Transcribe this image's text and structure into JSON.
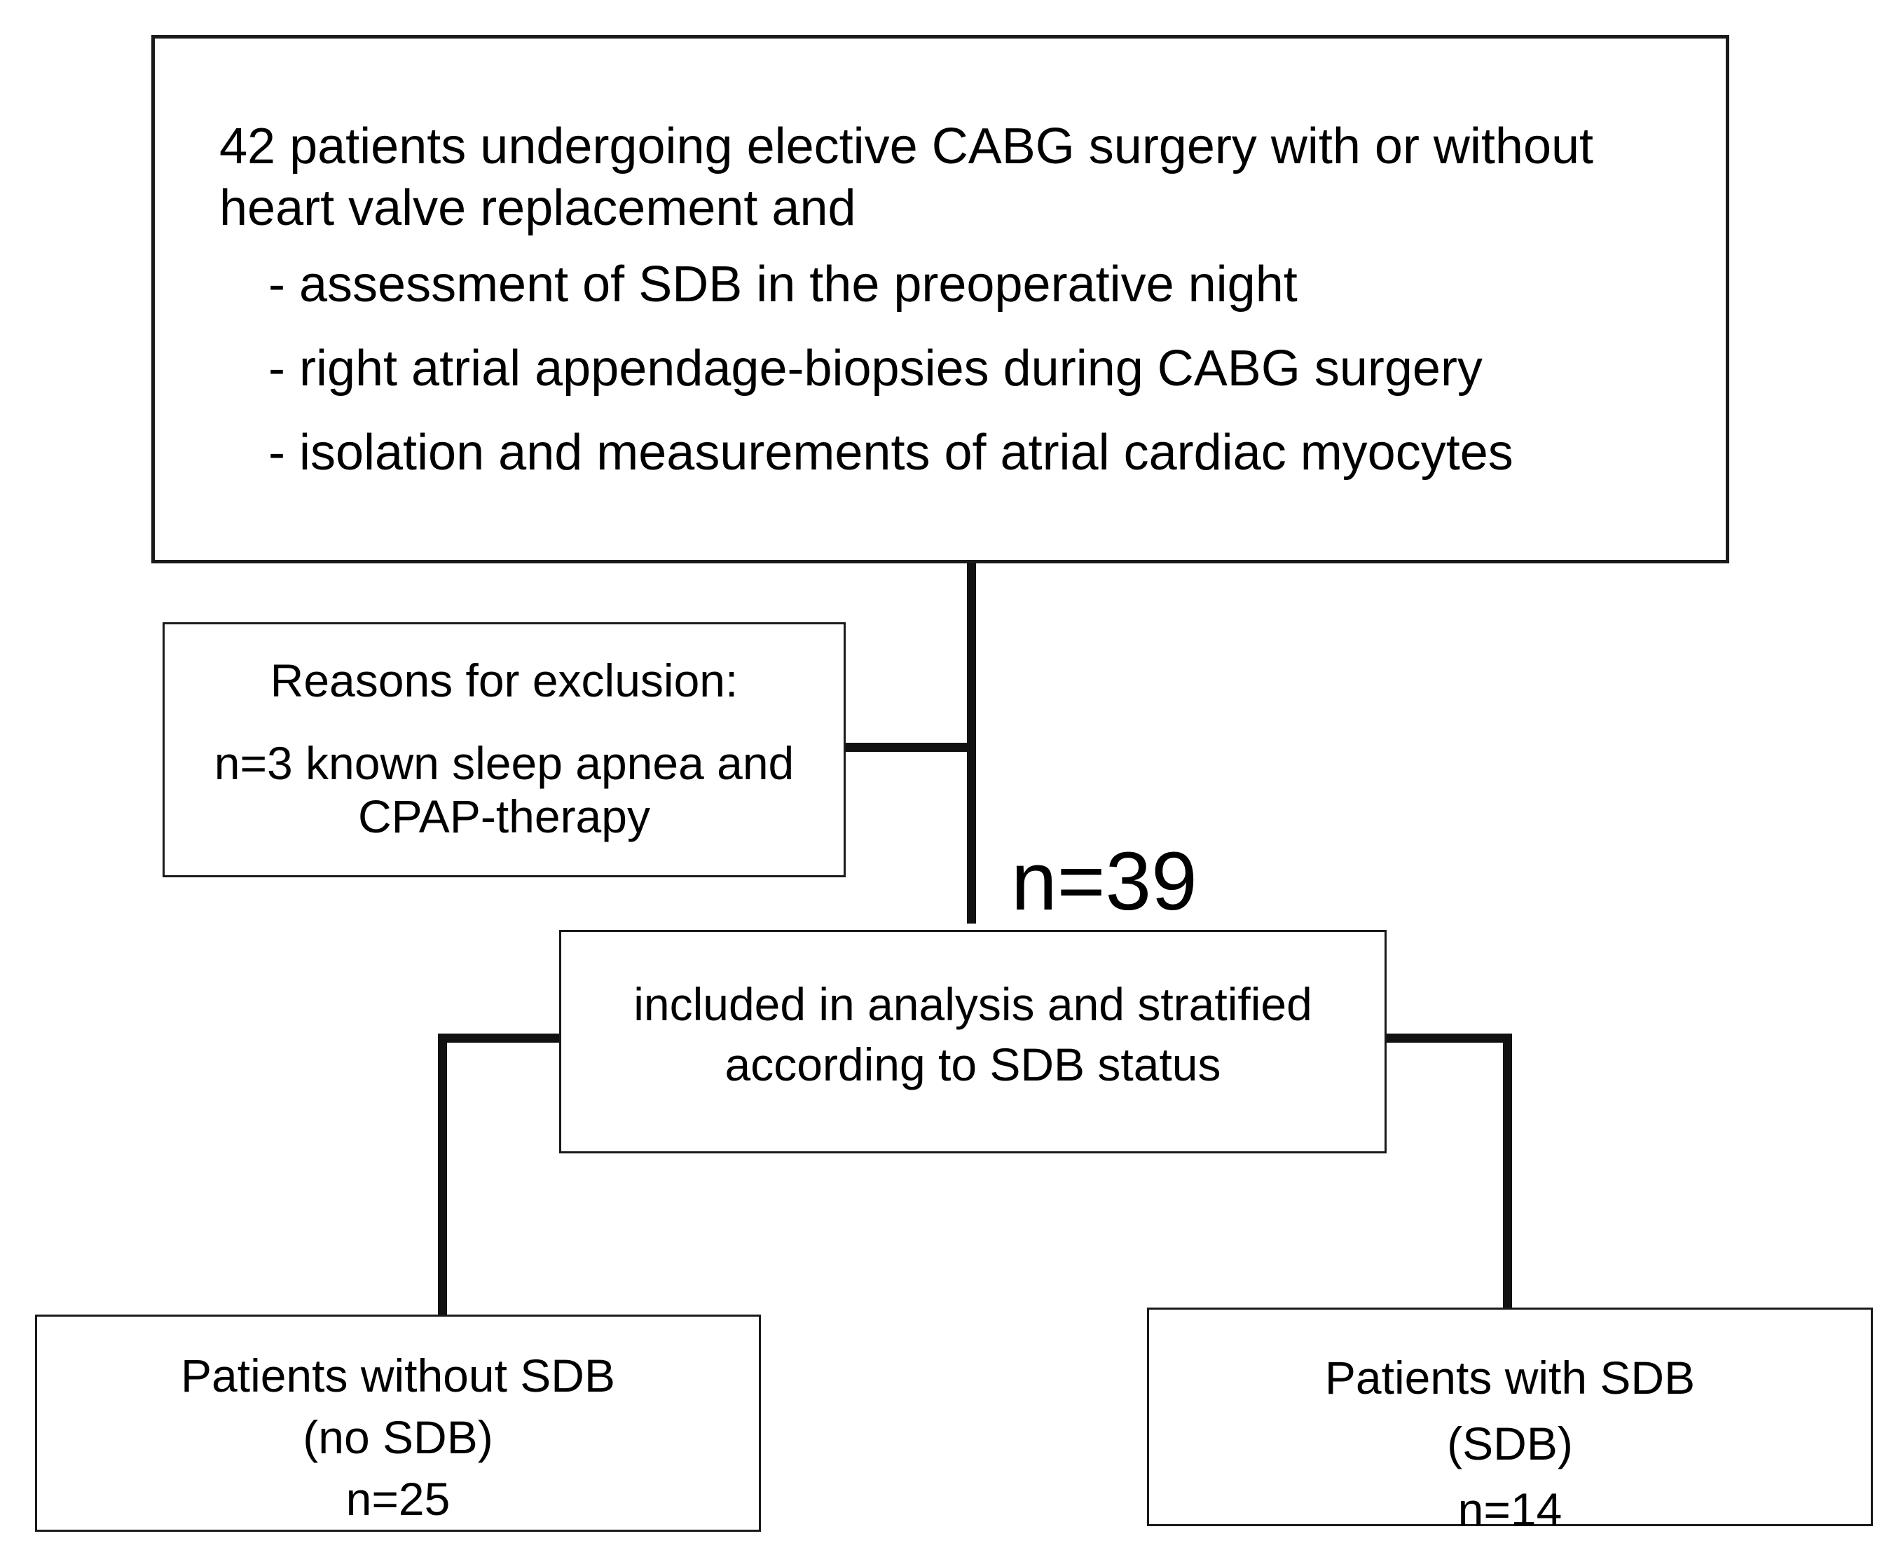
{
  "top_box": {
    "intro": "42 patients undergoing elective CABG surgery with or without heart valve replacement and",
    "bullets": [
      "- assessment of SDB in the preoperative night",
      "- right atrial appendage-biopsies during CABG surgery",
      "- isolation and measurements of atrial cardiac myocytes"
    ]
  },
  "exclusion_box": {
    "title": "Reasons for exclusion:",
    "reason": "n=3 known sleep apnea and CPAP-therapy"
  },
  "included_count": "n=39",
  "included_box": {
    "text": "included in analysis and stratified according to SDB status"
  },
  "groups": [
    {
      "label": "Patients without SDB",
      "abbrev": "(no SDB)",
      "count": "n=25"
    },
    {
      "label": "Patients with SDB",
      "abbrev": "(SDB)",
      "count": "n=14"
    }
  ]
}
